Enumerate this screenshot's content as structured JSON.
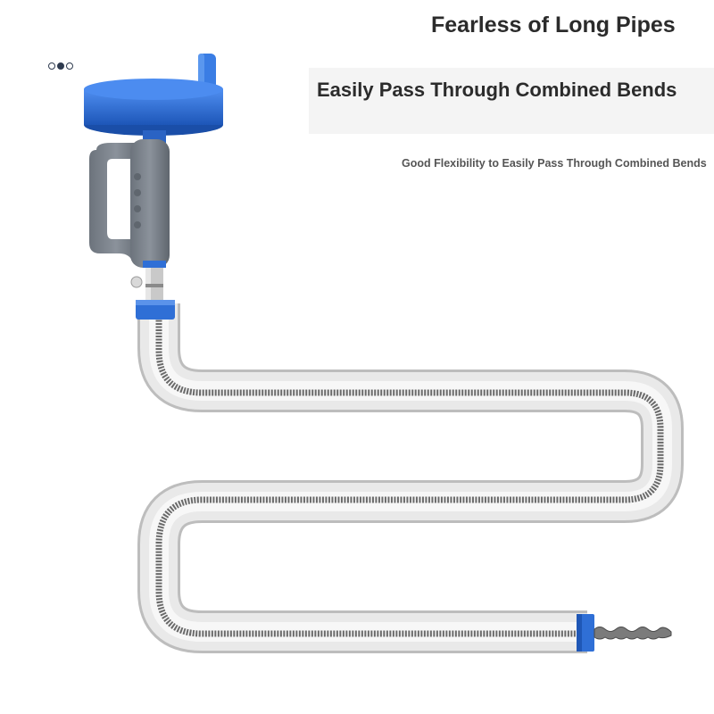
{
  "headline": "Fearless of Long Pipes",
  "subheadline": "Easily Pass Through Combined Bends",
  "caption": "Good Flexibility to Easily Pass Through Combined Bends",
  "carousel": {
    "slides": 3,
    "active_index": 1
  },
  "colors": {
    "brand_blue": "#2f6fd6",
    "handle_gray": "#808891",
    "pipe_gray": "#dcdcdc",
    "text_dark": "#2b2b2b"
  },
  "icons": [
    "carousel-dot-icon"
  ]
}
